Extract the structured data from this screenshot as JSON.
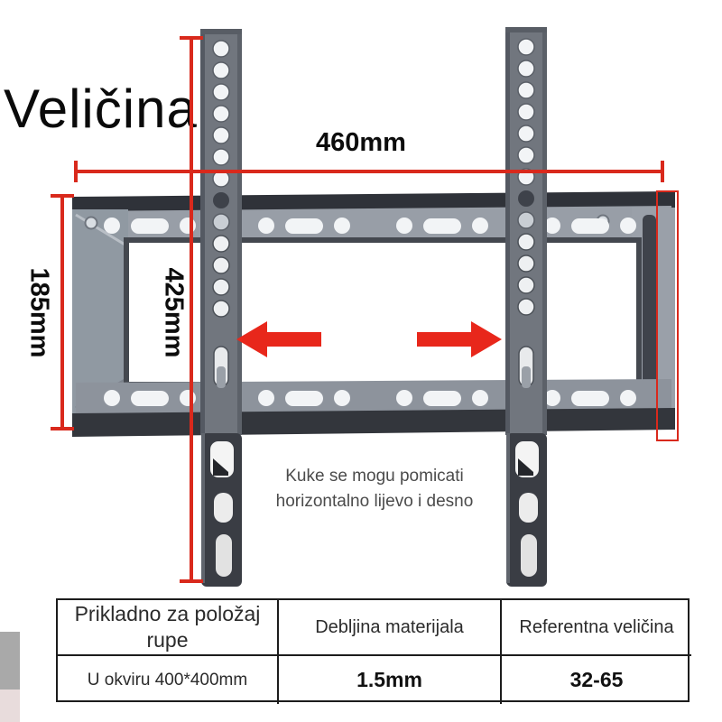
{
  "title": "Veličina",
  "annotations": {
    "width": "460mm",
    "height": "185mm",
    "rail_height": "425mm",
    "caption_line1": "Kuke se mogu pomicati",
    "caption_line2": "horizontalno lijevo i desno"
  },
  "spec_table": {
    "columns": [
      {
        "header": "Prikladno za položaj rupe",
        "value": "U okviru 400*400mm"
      },
      {
        "header": "Debljina materijala",
        "value": "1.5mm"
      },
      {
        "header": "Referentna veličina",
        "value": "32-65"
      }
    ]
  },
  "colors": {
    "annotation_red": "#d9291c",
    "bracket_dark": "#33363c",
    "bracket_gray": "#8d939c",
    "table_border": "#1c1c1c",
    "caption_text": "#4b4b4b"
  }
}
